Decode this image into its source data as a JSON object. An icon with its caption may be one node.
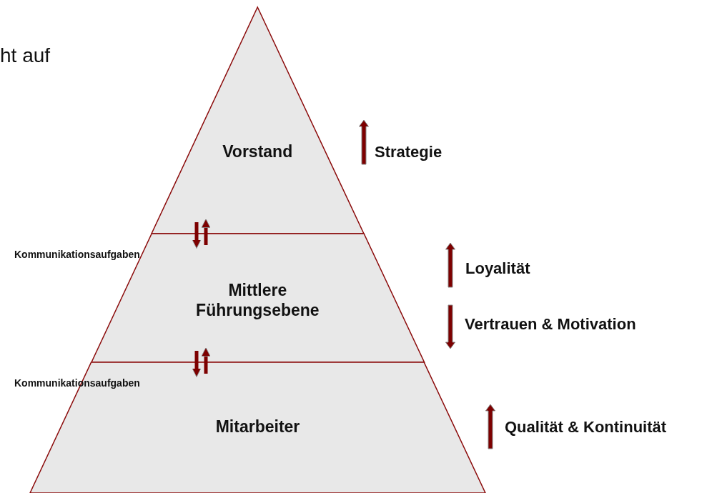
{
  "diagram": {
    "nodes": [
      {
        "text": [
          "Vorstand"
        ]
      },
      {
        "text": [
          "Mittlere Führungsebene"
        ]
      },
      {
        "text": [
          "Mitarbeiter"
        ]
      }
    ],
    "edges": [
      {
        "from": 0,
        "to": 1,
        "arrow": "to"
      },
      {
        "from": 1,
        "to": 0,
        "arrow": "to"
      },
      {
        "from": 1,
        "to": 2,
        "arrow": "to"
      },
      {
        "from": 2,
        "to": 1,
        "arrow": "to"
      }
    ],
    "labels": [
      "ht auf",
      "Strategie",
      "Kommunikationsaufgaben",
      "Loyalität",
      "Vertrauen & Motivation",
      "Kommunikationsaufgaben",
      "Qualität & Kontinuität"
    ]
  }
}
